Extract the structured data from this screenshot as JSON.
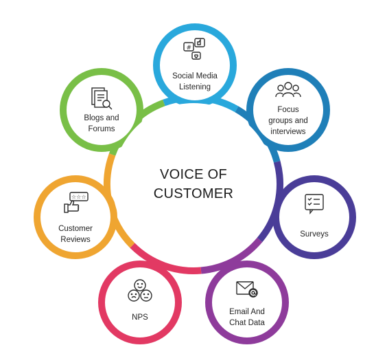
{
  "center": {
    "line1": "VOICE OF",
    "line2": "CUSTOMER"
  },
  "nodes": [
    {
      "id": "social",
      "lines": [
        "Social Media",
        "Listening"
      ],
      "color": "#29a8dc",
      "icon": "social-media-icon"
    },
    {
      "id": "focus",
      "lines": [
        "Focus",
        "groups and",
        "interviews"
      ],
      "color": "#1f7fb8",
      "icon": "people-group-icon"
    },
    {
      "id": "surveys",
      "lines": [
        "Surveys"
      ],
      "color": "#4a3d98",
      "icon": "survey-form-icon"
    },
    {
      "id": "email",
      "lines": [
        "Email And",
        "Chat Data"
      ],
      "color": "#8e3b9b",
      "icon": "email-at-icon"
    },
    {
      "id": "nps",
      "lines": [
        "NPS"
      ],
      "color": "#e23963",
      "icon": "faces-icon"
    },
    {
      "id": "reviews",
      "lines": [
        "Customer",
        "Reviews"
      ],
      "color": "#efa531",
      "icon": "thumbs-up-stars-icon"
    },
    {
      "id": "blogs",
      "lines": [
        "Blogs and",
        "Forums"
      ],
      "color": "#79bf47",
      "icon": "document-search-icon"
    }
  ]
}
